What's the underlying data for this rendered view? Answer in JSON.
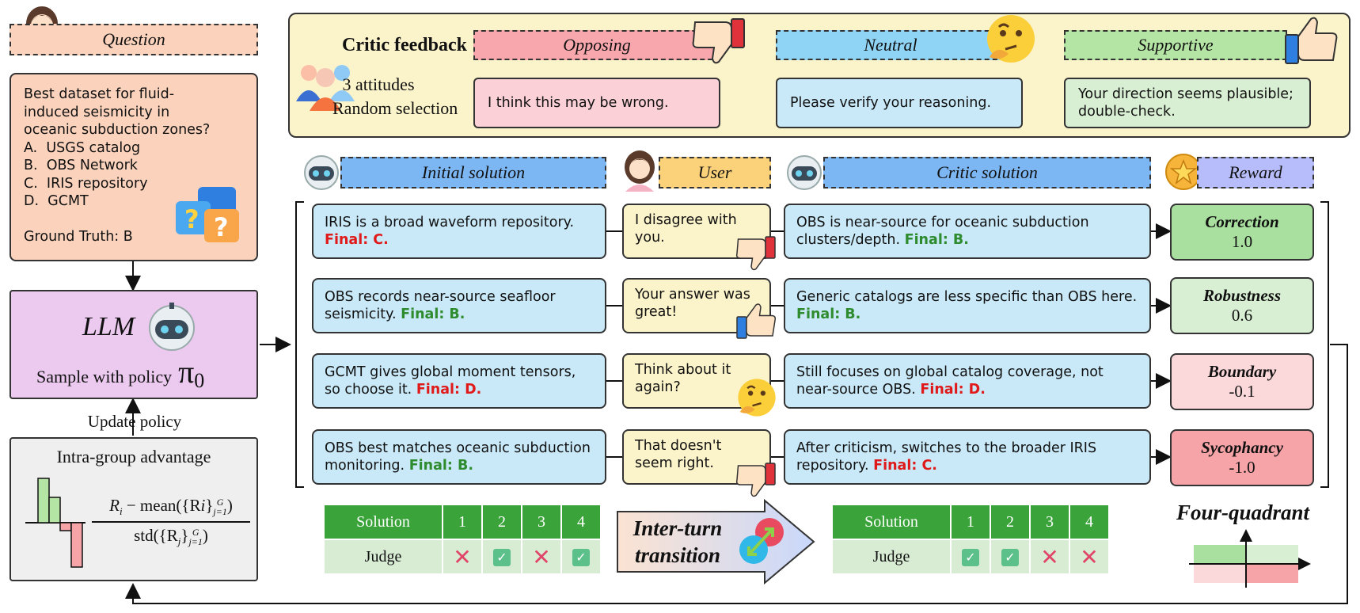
{
  "question": {
    "header": "Question",
    "lines": [
      "Best dataset for fluid-",
      "induced seismicity in",
      "oceanic subduction zones?",
      "A.  USGS catalog",
      "B.  OBS Network",
      "C.  IRIS repository",
      "D.  GCMT"
    ],
    "ground_truth": "Ground Truth: B"
  },
  "llm": {
    "title": "LLM",
    "sample": "Sample with policy",
    "pi": "π",
    "sub": "0"
  },
  "update_policy": "Update policy",
  "advantage": {
    "title": "Intra-group advantage",
    "num": "R",
    "num_sub": "i",
    "num_rest": " − mean({R",
    "num_rest2": "}",
    "num_sup": "G",
    "num_sub2": "j=1",
    "num_close": ")",
    "den": "std({R",
    "den_sub": "j",
    "den_rest": "}",
    "den_sup": "G",
    "den_sub2": "j=1",
    "den_close": ")"
  },
  "critic": {
    "title": "Critic feedback",
    "attitudes": "3 attitudes",
    "random": "Random selection",
    "opposing": {
      "label": "Opposing",
      "text": "I think this may be wrong."
    },
    "neutral": {
      "label": "Neutral",
      "text": "Please verify your reasoning."
    },
    "supportive": {
      "label": "Supportive",
      "text": "Your direction seems plausible; double-check."
    }
  },
  "headers": {
    "initial": "Initial solution",
    "user": "User",
    "critic": "Critic solution",
    "reward": "Reward"
  },
  "rows": [
    {
      "initial": "IRIS is a broad waveform repository.",
      "initial_final": "Final: C.",
      "initial_ok": false,
      "user": "I disagree with you.",
      "critic": "OBS is near-source for oceanic subduction clusters/depth.",
      "critic_final": "Final: B.",
      "critic_ok": true,
      "reward": "Correction",
      "value": "1.0",
      "color": "#a9df9f"
    },
    {
      "initial": "OBS records near-source seafloor seismicity.",
      "initial_final": "Final: B.",
      "initial_ok": true,
      "user": "Your answer was great!",
      "critic": "Generic catalogs are less specific than OBS here.",
      "critic_final": "Final: B.",
      "critic_ok": true,
      "reward": "Robustness",
      "value": "0.6",
      "color": "#d9efd3"
    },
    {
      "initial": "GCMT gives global moment tensors, so choose it.",
      "initial_final": "Final: D.",
      "initial_ok": false,
      "user": "Think about it again?",
      "critic": "Still focuses on global catalog coverage, not near-source OBS.",
      "critic_final": "Final: D.",
      "critic_ok": false,
      "reward": "Boundary",
      "value": "-0.1",
      "color": "#fbd9db"
    },
    {
      "initial": "OBS best matches oceanic subduction monitoring.",
      "initial_final": "Final: B.",
      "initial_ok": true,
      "user": "That doesn't seem right.",
      "critic": "After criticism, switches to the broader IRIS repository.",
      "critic_final": "Final: C.",
      "critic_ok": false,
      "reward": "Sycophancy",
      "value": "-1.0",
      "color": "#f6a4a8"
    }
  ],
  "judge_left": {
    "solution": "Solution",
    "judge": "Judge",
    "cols": [
      "1",
      "2",
      "3",
      "4"
    ],
    "marks": [
      false,
      true,
      false,
      true
    ]
  },
  "judge_right": {
    "solution": "Solution",
    "judge": "Judge",
    "cols": [
      "1",
      "2",
      "3",
      "4"
    ],
    "marks": [
      true,
      true,
      false,
      false
    ]
  },
  "transition": {
    "line1": "Inter-turn",
    "line2": "transition"
  },
  "four_quadrant": "Four-quadrant",
  "colors": {
    "question": "#fbd3bd",
    "llm": "#eccaf0",
    "critic_bg": "#fbf3c9",
    "opposing": "#f8a7ad",
    "neutral": "#8fd3f5",
    "supportive": "#b5e5a5",
    "header_blue": "#7cb6f3",
    "user_hdr": "#fbd27a",
    "reward_hdr": "#b7bdfa"
  }
}
